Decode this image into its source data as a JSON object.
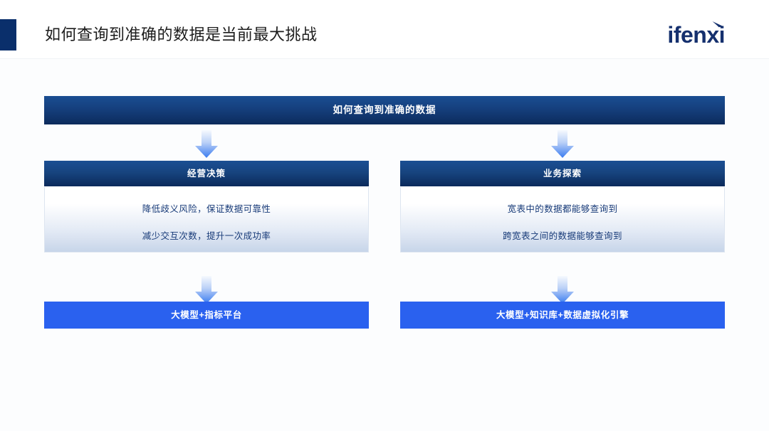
{
  "header": {
    "title": "如何查询到准确的数据是当前最大挑战",
    "logo_text": "ifenxi",
    "logo_arrow_icon": "arrow-up-right-icon",
    "accent_tab_color": "#0a2f6b",
    "logo_color": "#15306e"
  },
  "diagram": {
    "top_banner": {
      "label": "如何查询到准确的数据",
      "gradient_from": "#1a4e92",
      "gradient_to": "#0c2b5c"
    },
    "arrows": [
      {
        "icon": "arrow-down-icon",
        "position": "top-to-left-branch"
      },
      {
        "icon": "arrow-down-icon",
        "position": "top-to-right-branch"
      },
      {
        "icon": "arrow-down-icon",
        "position": "left-branch-to-footer"
      },
      {
        "icon": "arrow-down-icon",
        "position": "right-branch-to-footer"
      }
    ],
    "arrow_gradient_from": "#f4f8fd",
    "arrow_gradient_to": "#3a7bf0",
    "branches": [
      {
        "header": "经营决策",
        "lines": [
          "降低歧义风险，保证数据可靠性",
          "减少交互次数，提升一次成功率"
        ],
        "footer": "大模型+指标平台",
        "footer_color": "#2a61ef",
        "body_text_color": "#173a78"
      },
      {
        "header": "业务探索",
        "lines": [
          "宽表中的数据都能够查询到",
          "跨宽表之间的数据能够查询到"
        ],
        "footer": "大模型+知识库+数据虚拟化引擎",
        "footer_color": "#2a61ef",
        "body_text_color": "#173a78"
      }
    ]
  }
}
